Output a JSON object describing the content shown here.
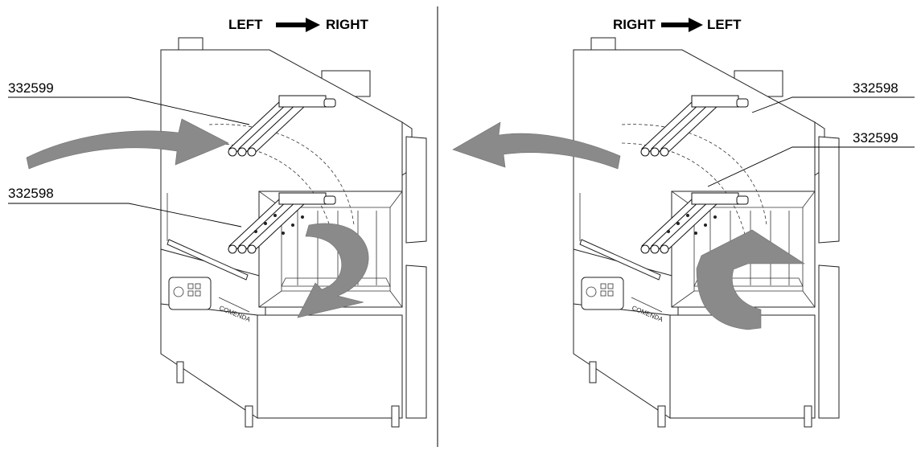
{
  "panels": [
    {
      "id": "left",
      "direction": {
        "from": "LEFT",
        "to": "RIGHT"
      },
      "labels": {
        "upper": "332599",
        "lower": "332598"
      },
      "flow": "left-to-right"
    },
    {
      "id": "right",
      "direction": {
        "from": "RIGHT",
        "to": "LEFT"
      },
      "labels": {
        "upper": "332598",
        "lower": "332599"
      },
      "flow": "right-to-left"
    }
  ],
  "brand": "COMENDA",
  "colors": {
    "arrow": "#8a8a8a",
    "line": "#222222"
  },
  "icons": {
    "direction": "right-arrow-icon",
    "flow": "curved-arrow-icon"
  }
}
